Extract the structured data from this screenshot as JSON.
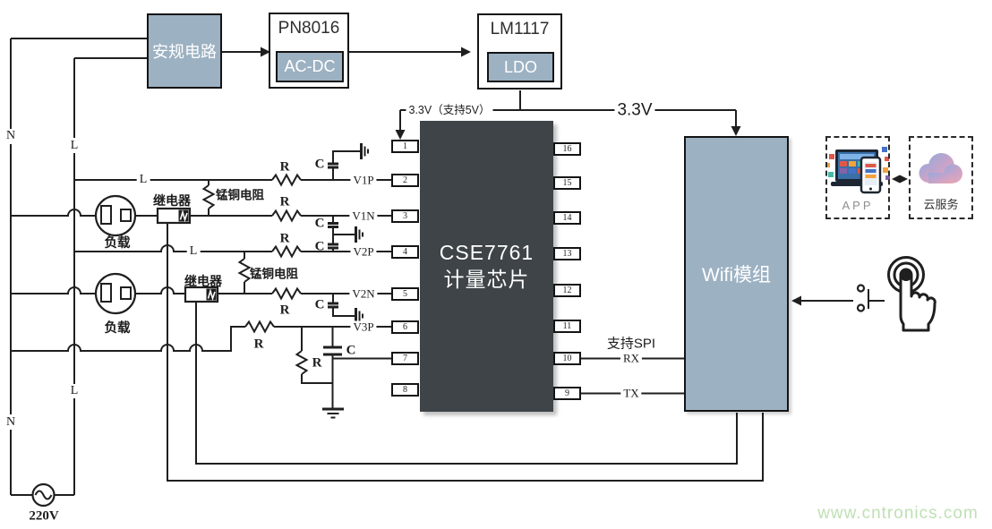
{
  "colors": {
    "module_fill": "#9cb1c2",
    "chip_fill": "#3e4447",
    "wire": "#1f1f1f",
    "watermark_green": "#bfe0b4"
  },
  "blocks": {
    "safety": {
      "label": "安规电路"
    },
    "pn8016": {
      "title": "PN8016",
      "inner": "AC-DC"
    },
    "lm1117": {
      "title": "LM1117",
      "inner": "LDO"
    },
    "chip": {
      "name": "CSE7761",
      "subtitle": "计量芯片",
      "pins_left": [
        "1",
        "2",
        "3",
        "4",
        "5",
        "6",
        "7",
        "8"
      ],
      "pins_right": [
        "16",
        "15",
        "14",
        "13",
        "12",
        "11",
        "10",
        "9"
      ]
    },
    "wifi": {
      "label": "Wifi模组"
    },
    "app": {
      "label": "APP"
    },
    "cloud": {
      "label": "云服务"
    }
  },
  "labels": {
    "rail_3v3_5v": "3.3V（支持5V）",
    "rail_3v3": "3.3V",
    "spi": "支持SPI",
    "rx": "RX",
    "tx": "TX",
    "v1p": "V1P",
    "v1n": "V1N",
    "v2p": "V2P",
    "v2n": "V2N",
    "v3p": "V3P",
    "n": "N",
    "l": "L",
    "r": "R",
    "c": "C",
    "relay": "继电器",
    "load": "负载",
    "shunt": "锰铜电阻",
    "source": "220V",
    "watermark": "www.cntronics.com"
  }
}
